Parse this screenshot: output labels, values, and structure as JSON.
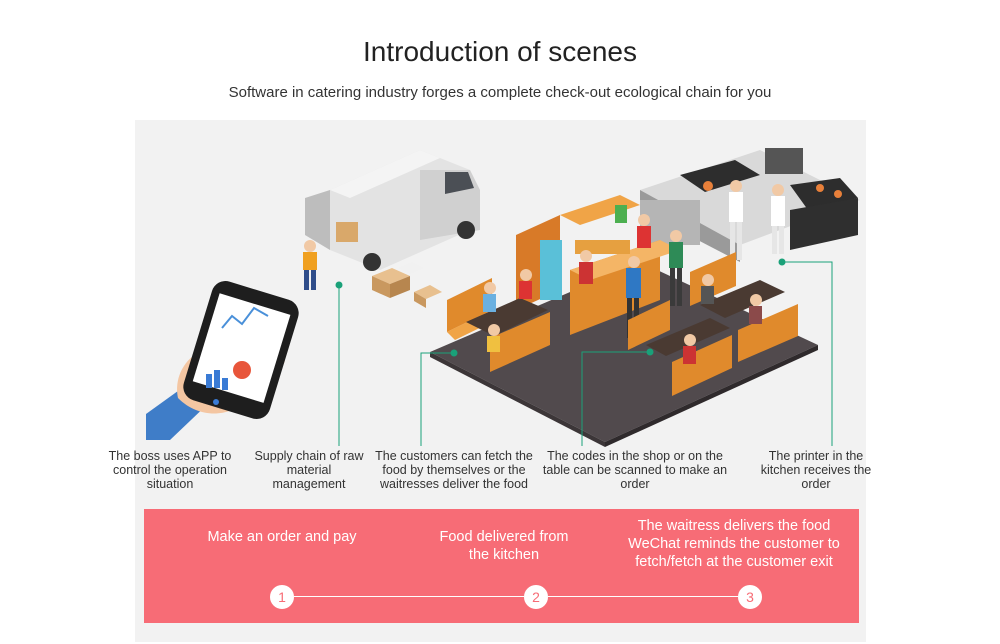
{
  "header": {
    "title": "Introduction of scenes",
    "subtitle": "Software in catering industry forges a complete check-out ecological chain for you"
  },
  "captions": [
    "The boss uses APP to control the operation situation",
    "Supply chain of raw material management",
    "The customers can fetch the food by themselves or the waitresses deliver the food",
    "The codes in the shop or on the table can be scanned to make an order",
    "The printer in the kitchen receives the order"
  ],
  "flow": {
    "steps": [
      {
        "number": "1",
        "label": "Make an order and pay"
      },
      {
        "number": "2",
        "label": "Food delivered from the kitchen"
      },
      {
        "number": "3",
        "label": "The waitress delivers the food WeChat reminds the customer to fetch/fetch at the customer exit"
      }
    ]
  },
  "colors": {
    "accent": "#f76c76",
    "leader_line": "#1aa179",
    "floor": "#514a4d",
    "booth": "#e08a2c"
  }
}
